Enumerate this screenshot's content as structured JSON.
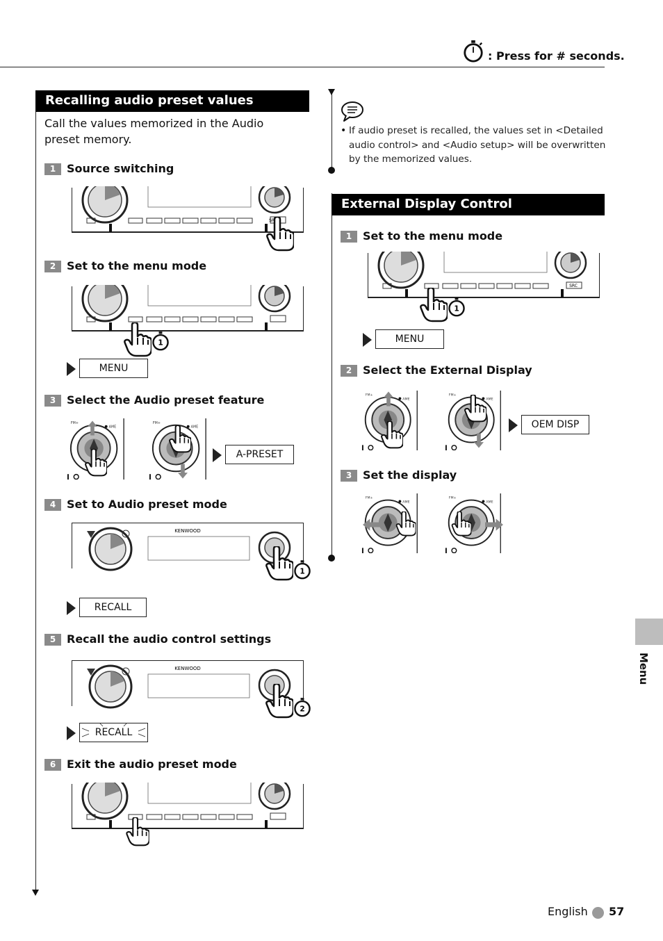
{
  "header": {
    "legend": ": Press for # seconds.",
    "timer_icon": "timer-icon"
  },
  "left": {
    "title": "Recalling audio preset values",
    "intro": "Call the values memorized in the Audio preset memory.",
    "steps": [
      {
        "num": "1",
        "label": "Source switching"
      },
      {
        "num": "2",
        "label": "Set to the menu mode",
        "display": "MENU"
      },
      {
        "num": "3",
        "label": "Select the Audio preset feature",
        "display": "A-PRESET"
      },
      {
        "num": "4",
        "label": "Set to Audio preset mode",
        "display": "RECALL"
      },
      {
        "num": "5",
        "label": "Recall the audio control settings",
        "display": "RECALL"
      },
      {
        "num": "6",
        "label": "Exit the audio preset mode"
      }
    ]
  },
  "tip": {
    "text": "If audio preset is recalled, the values set in <Detailed audio control> and <Audio setup> will be overwritten by the memorized values."
  },
  "right": {
    "title": "External Display Control",
    "steps": [
      {
        "num": "1",
        "label": "Set to the menu mode",
        "display": "MENU"
      },
      {
        "num": "2",
        "label": "Select the External Display",
        "display": "OEM DISP"
      },
      {
        "num": "3",
        "label": "Set the display"
      }
    ]
  },
  "illustrations": {
    "brand": "KENWOOD",
    "src_button": "SRC",
    "press_seconds_1": "1",
    "press_seconds_2": "2"
  },
  "side_tab": {
    "label": "Menu"
  },
  "footer": {
    "language": "English",
    "page": "57"
  },
  "colors": {
    "title_bg": "#000000",
    "step_badge": "#8a8a8a",
    "side_tab": "#bdbdbd"
  }
}
